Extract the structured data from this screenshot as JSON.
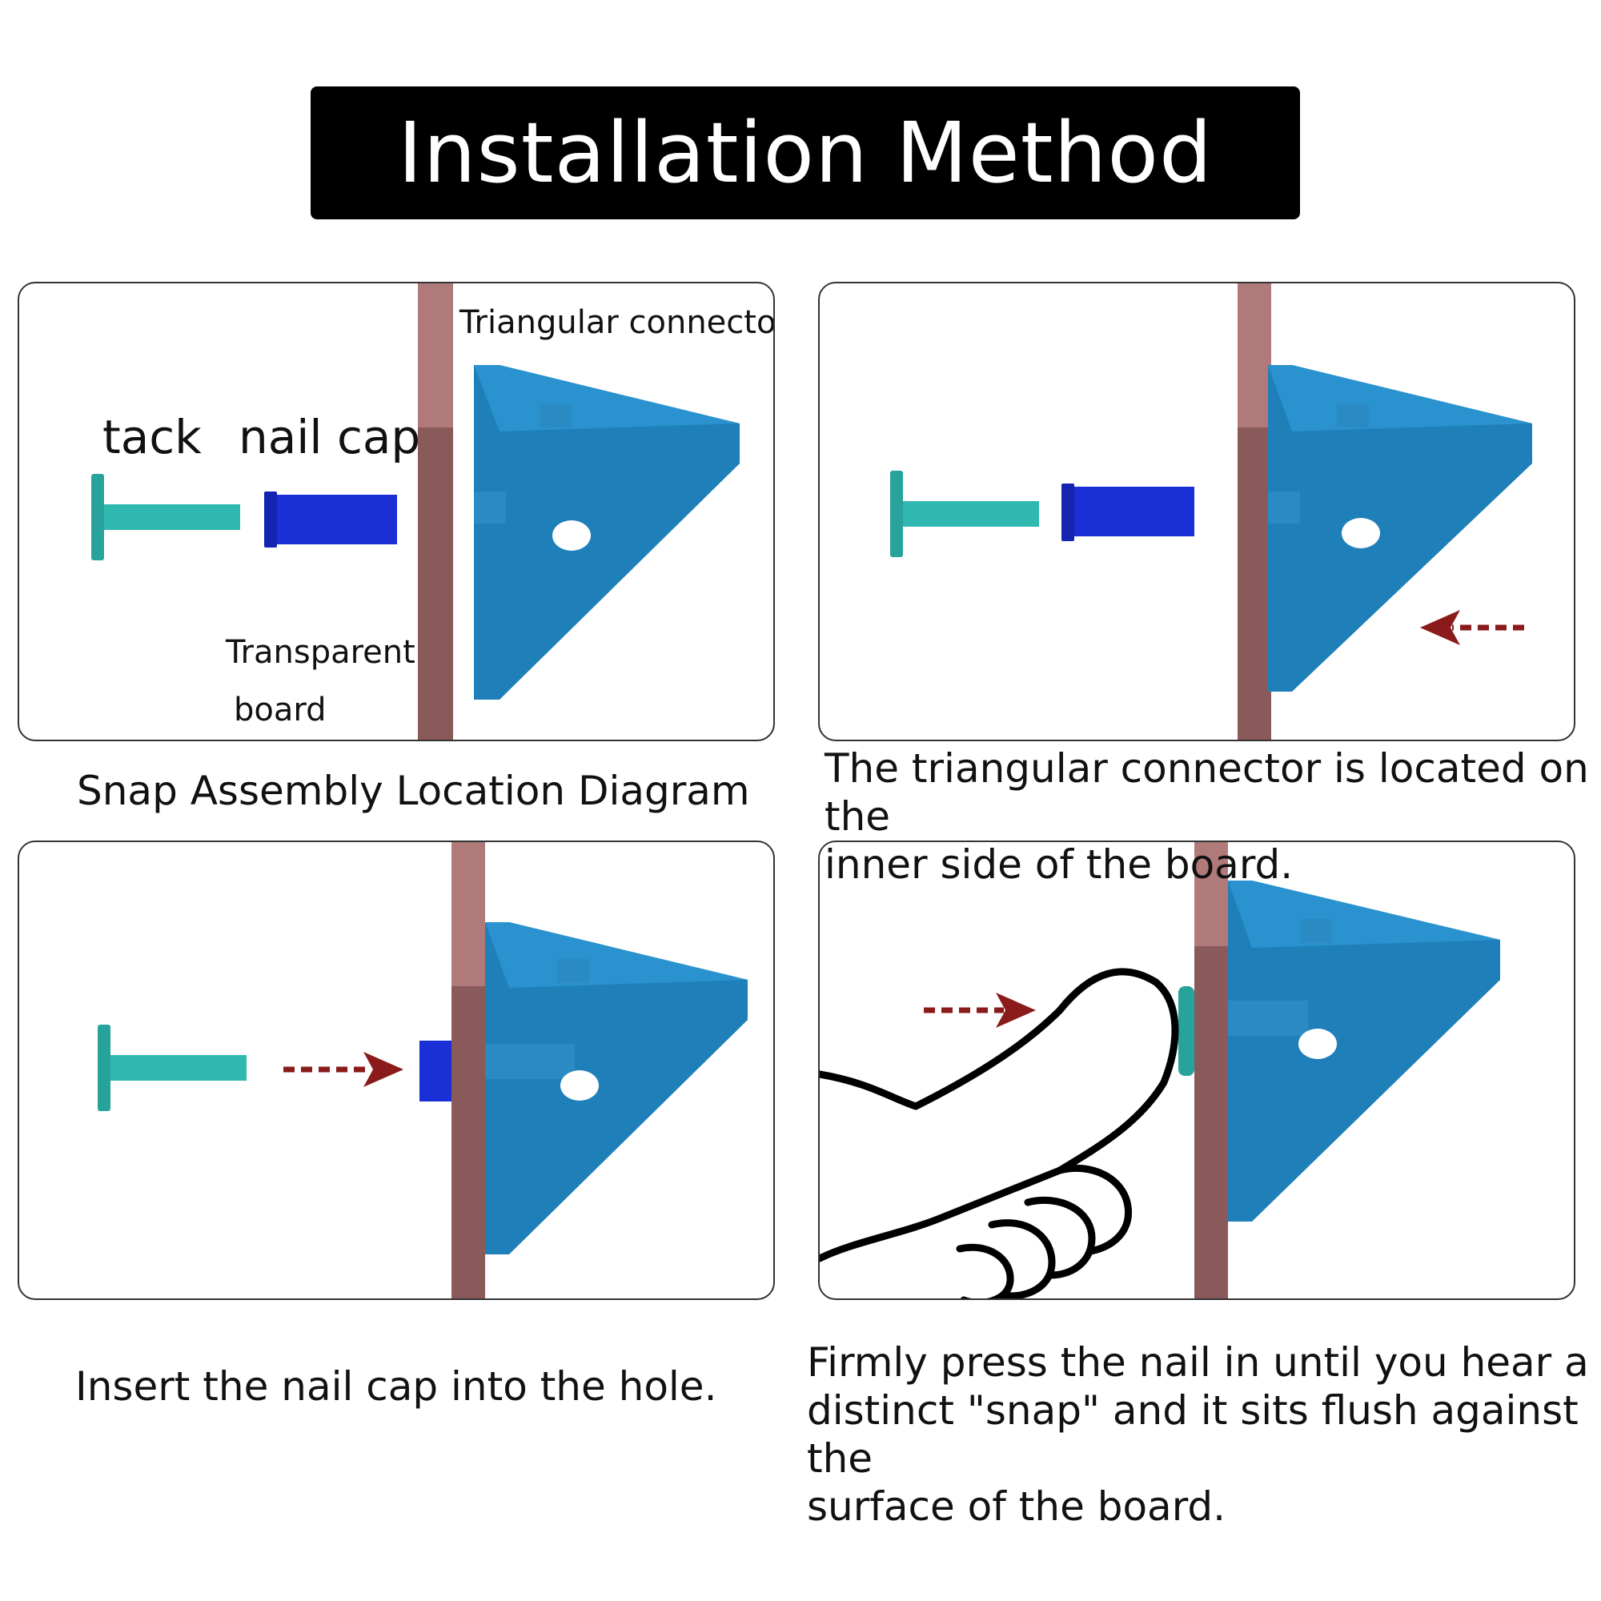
{
  "title": "Installation Method",
  "labels": {
    "triangular_connectors": "Triangular connectors",
    "tack": "tack",
    "nail_cap": "nail cap",
    "transparent": "Transparent",
    "board": "board"
  },
  "captions": {
    "step1": "Snap Assembly Location Diagram",
    "step2_line1": "The triangular connector is located on the",
    "step2_line2": "inner side of the board.",
    "step3": "Insert the nail cap into the hole.",
    "step4_line1": "Firmly press the nail in until you hear a",
    "step4_line2": "distinct \"snap\" and it sits flush against the",
    "step4_line3": "surface of the board."
  },
  "colors": {
    "title_bg": "#000000",
    "board": "#8a5a5a",
    "connector": "#1f7fb8",
    "tack": "#2fb8b0",
    "nail_cap": "#1a2fd6",
    "arrow": "#8b1a1a"
  }
}
